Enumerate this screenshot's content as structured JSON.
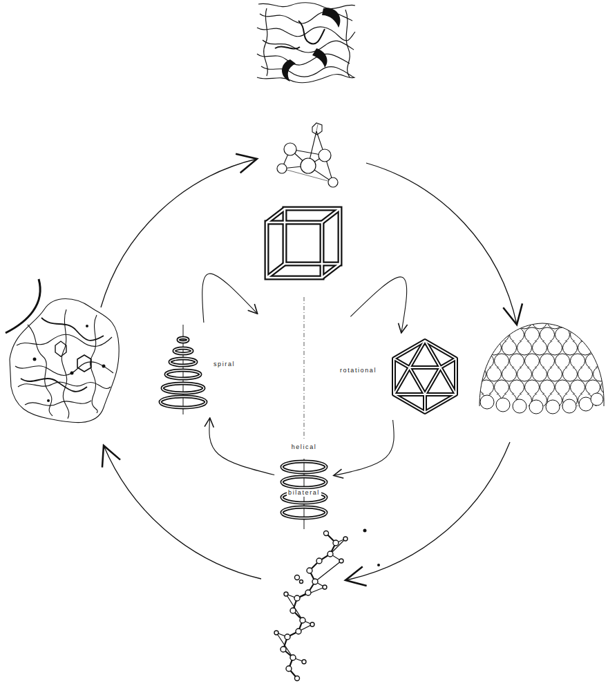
{
  "diagram": {
    "nodes": [
      {
        "text": [
          "bilateral"
        ]
      },
      {
        "text": [
          "rotational"
        ]
      },
      {
        "text": [
          "helical"
        ]
      },
      {
        "text": [
          "spiral"
        ]
      }
    ],
    "edges": [
      {
        "from": 0,
        "to": 1,
        "arrow": "to"
      },
      {
        "from": 1,
        "to": 2,
        "arrow": "to"
      },
      {
        "from": 2,
        "to": 3,
        "arrow": "to"
      },
      {
        "from": 3,
        "to": 0,
        "arrow": "to"
      }
    ]
  }
}
